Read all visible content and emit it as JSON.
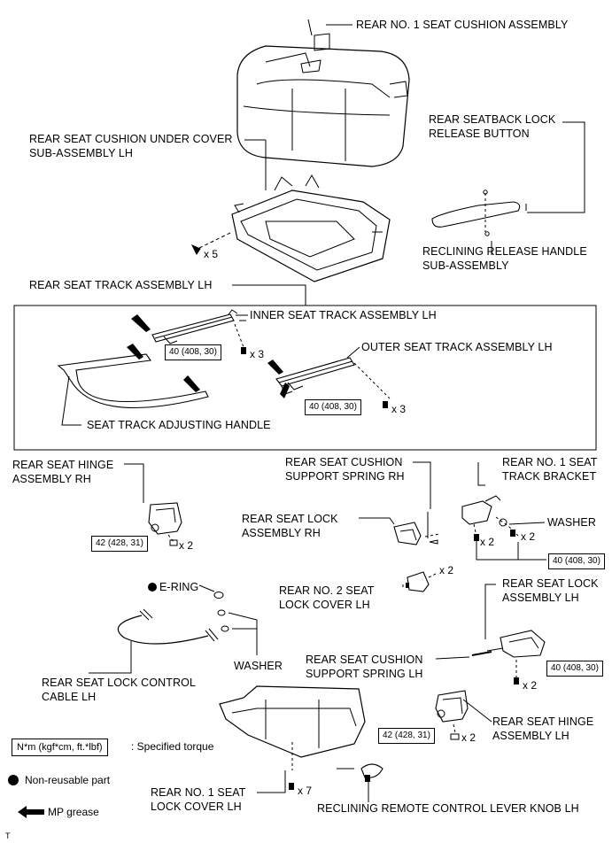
{
  "labels": {
    "cushion_assy": "REAR NO. 1 SEAT CUSHION ASSEMBLY",
    "under_cover_1": "REAR SEAT CUSHION UNDER COVER",
    "under_cover_2": "SUB-ASSEMBLY LH",
    "seatback_lock_1": "REAR SEATBACK LOCK",
    "seatback_lock_2": "RELEASE BUTTON",
    "reclining_handle_1": "RECLINING RELEASE HANDLE",
    "reclining_handle_2": "SUB-ASSEMBLY",
    "track_assy": "REAR SEAT TRACK ASSEMBLY LH",
    "inner_track": "INNER SEAT TRACK ASSEMBLY LH",
    "outer_track": "OUTER SEAT TRACK ASSEMBLY LH",
    "adjusting_handle": "SEAT TRACK ADJUSTING HANDLE",
    "hinge_rh_1": "REAR SEAT HINGE",
    "hinge_rh_2": "ASSEMBLY RH",
    "spring_rh_1": "REAR SEAT CUSHION",
    "spring_rh_2": "SUPPORT SPRING RH",
    "track_bracket_1": "REAR NO. 1 SEAT",
    "track_bracket_2": "TRACK BRACKET",
    "lock_rh_1": "REAR SEAT LOCK",
    "lock_rh_2": "ASSEMBLY RH",
    "washer_1": "WASHER",
    "e_ring": "E-RING",
    "lock_cover_2_1": "REAR NO. 2 SEAT",
    "lock_cover_2_2": "LOCK COVER LH",
    "lock_lh_1": "REAR SEAT LOCK",
    "lock_lh_2": "ASSEMBLY LH",
    "washer_2": "WASHER",
    "spring_lh_1": "REAR SEAT CUSHION",
    "spring_lh_2": "SUPPORT SPRING LH",
    "cable_1": "REAR SEAT LOCK CONTROL",
    "cable_2": "CABLE LH",
    "hinge_lh_1": "REAR SEAT HINGE",
    "hinge_lh_2": "ASSEMBLY LH",
    "lock_cover_1_1": "REAR NO. 1 SEAT",
    "lock_cover_1_2": "LOCK COVER LH",
    "knob": "RECLINING REMOTE CONTROL LEVER KNOB LH"
  },
  "torques": {
    "inner_track": "40 (408, 30)",
    "outer_track": "40 (408, 30)",
    "hinge_rh": "42 (428, 31)",
    "bracket": "40 (408, 30)",
    "lock_lh": "40 (408, 30)",
    "hinge_lh": "42 (428, 31)"
  },
  "quantities": {
    "cover_screws": "x 5",
    "inner_bolts": "x 3",
    "outer_bolts": "x 3",
    "hinge_rh_nuts": "x 2",
    "lock_cover_2": "x 2",
    "bracket_bolts": "x 2",
    "washer_qty": "x 2",
    "lock_lh_bolts": "x 2",
    "hinge_lh_nuts": "x 2",
    "lock_cover_1_screws": "x 7"
  },
  "legend": {
    "torque_box": "N*m (kgf*cm, ft.*lbf)",
    "torque_text": ": Specified torque",
    "non_reusable": "Non-reusable part",
    "grease": "MP grease"
  },
  "footer_mark": "T"
}
